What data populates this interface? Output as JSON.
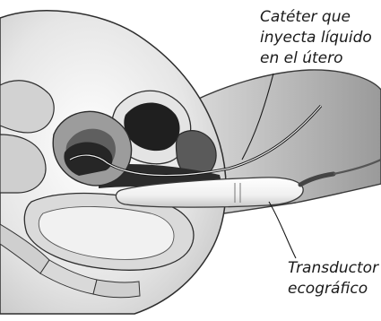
{
  "labels": {
    "catheter": [
      "Catéter que",
      "inyecta líquido",
      "en el útero"
    ],
    "transducer": [
      "Transductor",
      "ecográfico"
    ]
  },
  "colors": {
    "background": "#ffffff",
    "tissue_light": "#e9e9e9",
    "tissue_mid": "#c9c9c9",
    "tissue_dark": "#6d6d6d",
    "cavity_dark": "#2a2a2a",
    "outline": "#3a3a3a",
    "probe": "#f4f4f4"
  }
}
